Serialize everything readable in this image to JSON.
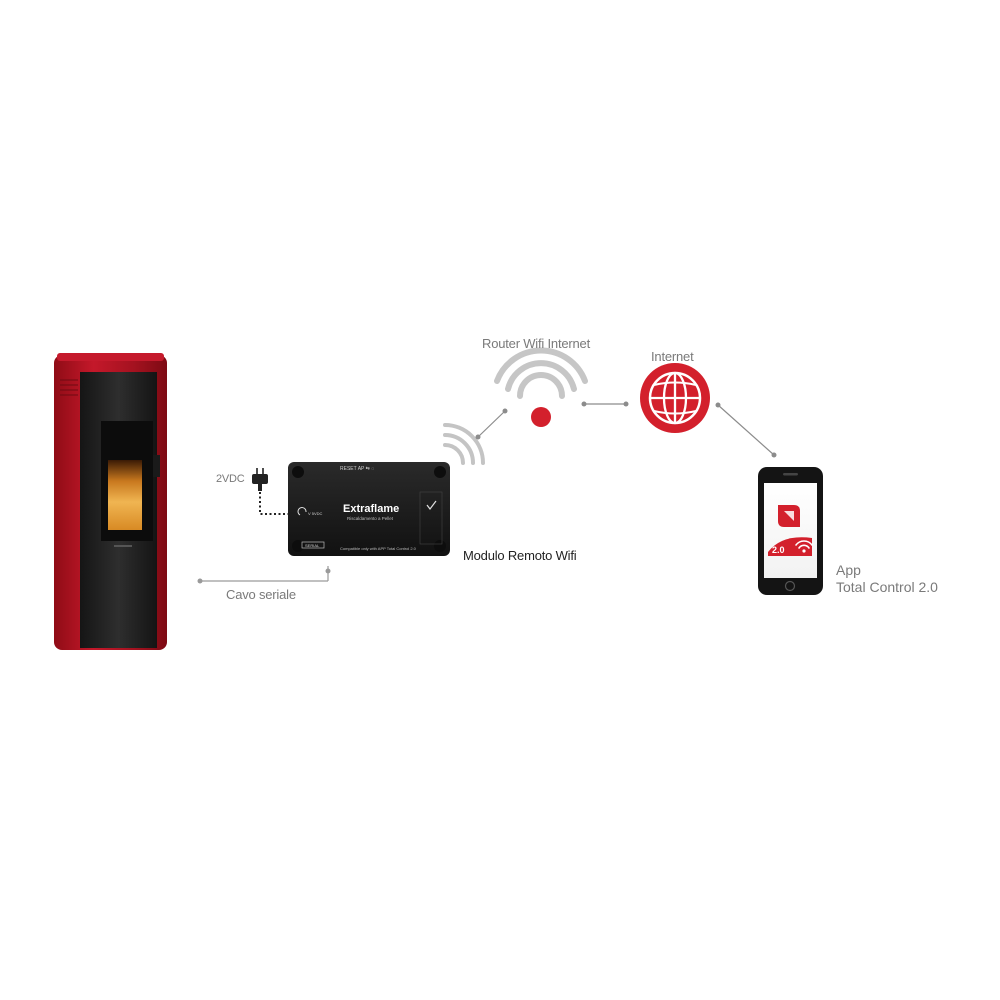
{
  "labels": {
    "router": "Router Wifi Internet",
    "internet": "Internet",
    "power": "2VDC",
    "module": "Modulo Remoto Wifi",
    "cable": "Cavo seriale",
    "app_line1": "App",
    "app_line2": "Total Control 2.0"
  },
  "module_device": {
    "brand": "Extraflame",
    "brand_sub": "Riscaldamento a Pellet",
    "top_indicators": "RESET  AP  ⇆  ◌",
    "bottom_text": "Compatible only with APP Total Control 2.0",
    "serial_tag": "SERIAL",
    "power_tag": "V 5VDC"
  },
  "app_icon": {
    "version": "2.0"
  },
  "icons": {
    "wifi": "wifi-icon",
    "globe": "globe-icon",
    "plug": "power-plug-icon"
  },
  "colors": {
    "brand_red": "#d3202c",
    "stove_red": "#b3121f",
    "stove_body": "#222222",
    "wifi_gray": "#c4c4c4",
    "connector_gray": "#8c8c8c"
  }
}
